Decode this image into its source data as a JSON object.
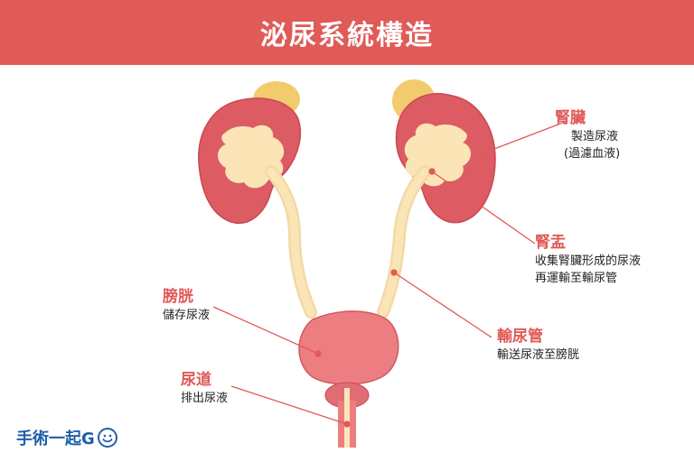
{
  "header": {
    "title": "泌尿系統構造"
  },
  "labels": {
    "kidney": {
      "name": "腎臟",
      "desc1": "製造尿液",
      "desc2": "(過濾血液)"
    },
    "pelvis": {
      "name": "腎盂",
      "desc1": "收集腎臟形成的尿液",
      "desc2": "再運輸至輸尿管"
    },
    "ureter": {
      "name": "輸尿管",
      "desc1": "輸送尿液至膀胱"
    },
    "bladder": {
      "name": "膀胱",
      "desc1": "儲存尿液"
    },
    "urethra": {
      "name": "尿道",
      "desc1": "排出尿液"
    }
  },
  "logo": {
    "text": "手術一起G"
  },
  "colors": {
    "header": "#e05a57",
    "kidney": "#dd5c64",
    "pelvis": "#fbe5b6",
    "adrenal": "#f1cb6e",
    "bladder": "#ec7e82",
    "leader": "#e05a57"
  }
}
